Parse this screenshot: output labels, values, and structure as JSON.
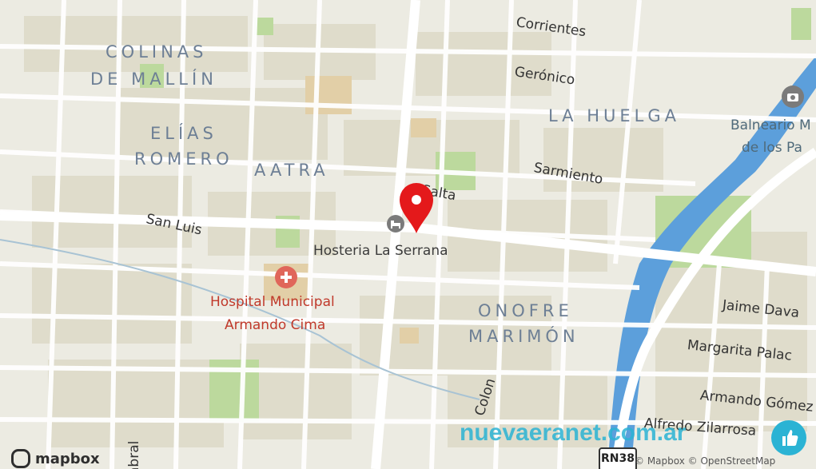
{
  "map": {
    "neighborhoods": [
      "COLINAS",
      "DE MALLÍN",
      "ELÍAS",
      "ROMERO",
      "AATRA",
      "LA HUELGA",
      "ONOFRE",
      "MARIMÓN"
    ],
    "streets": [
      "Corrientes",
      "Gerónico",
      "Sarmiento",
      "Salta",
      "San Luis",
      "Colon",
      "Jaime Dava",
      "Margarita Palac",
      "Armando Gómez",
      "Alfredo Zilarrosa",
      "abral"
    ],
    "pois": {
      "hotel": "Hosteria La Serrana",
      "hospital_line1": "Hospital Municipal",
      "hospital_line2": "Armando Cima",
      "park_line1": "Balneario M",
      "park_line2": "de los Pa"
    },
    "route_shield": "RN38",
    "attribution": {
      "logo": "mapbox",
      "text": "© Mapbox © OpenStreetMap"
    },
    "watermark": "nuevaeranet.com.ar",
    "colors": {
      "land": "#e8e6d9",
      "block": "#dcd9c8",
      "road": "#ffffff",
      "park": "#a6d392",
      "river": "#5c9fdb",
      "hood_text": "#6d7f95",
      "marker": "#e4191b",
      "hospital": "#c0392b"
    }
  }
}
